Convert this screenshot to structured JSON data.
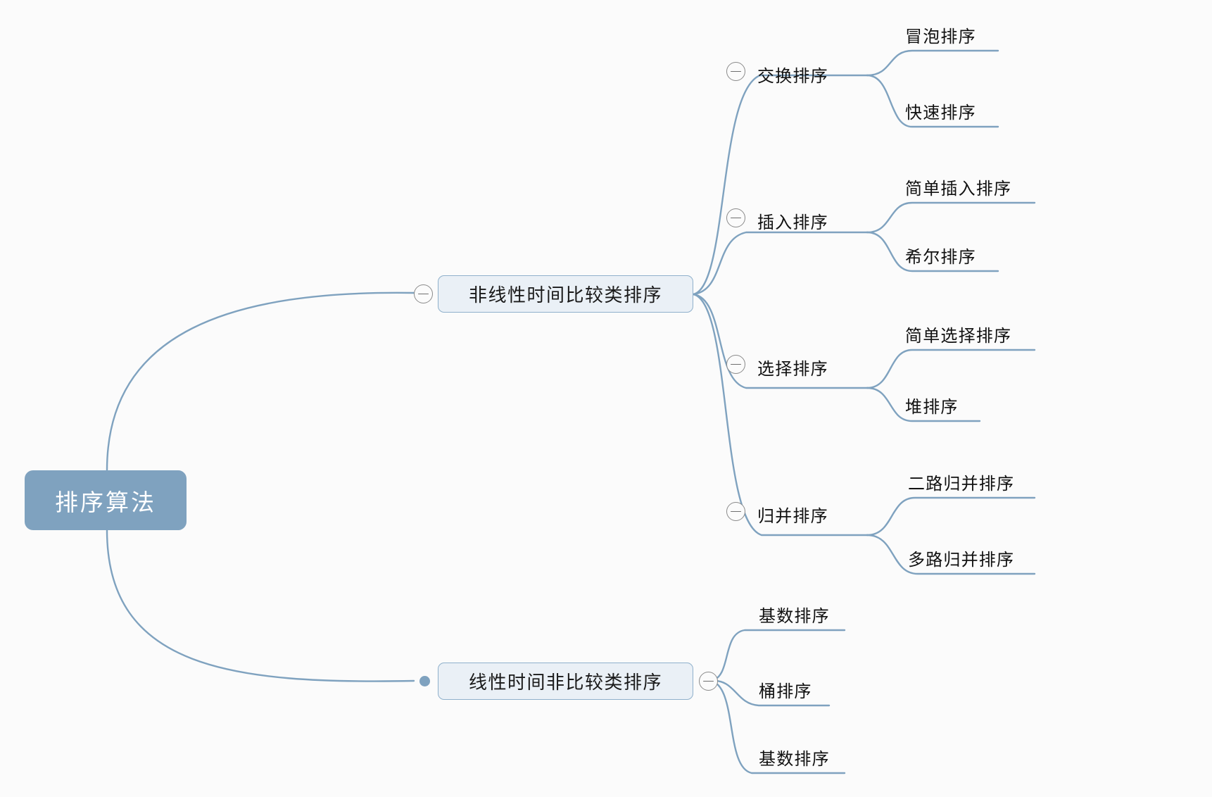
{
  "diagram": {
    "title": "排序算法",
    "type": "mindmap",
    "background_color": "#fbfbfb",
    "root_fill_color": "#7fa2bf",
    "root_text_color": "#ffffff",
    "node_fill_color": "#eaf0f6",
    "node_border_color": "#8fb0cb",
    "connector_color": "#7fa2bf",
    "toggle_icon": "collapse-minus-icon"
  },
  "root": {
    "label": "排序算法"
  },
  "branches": [
    {
      "label": "非线性时间比较类排序",
      "toggle": "collapse-minus-icon",
      "children": [
        {
          "label": "交换排序",
          "toggle": "collapse-minus-icon",
          "leaves": [
            {
              "label": "冒泡排序"
            },
            {
              "label": "快速排序"
            }
          ]
        },
        {
          "label": "插入排序",
          "toggle": "collapse-minus-icon",
          "leaves": [
            {
              "label": "简单插入排序"
            },
            {
              "label": "希尔排序"
            }
          ]
        },
        {
          "label": "选择排序",
          "toggle": "collapse-minus-icon",
          "leaves": [
            {
              "label": "简单选择排序"
            },
            {
              "label": "堆排序"
            }
          ]
        },
        {
          "label": "归并排序",
          "toggle": "collapse-minus-icon",
          "leaves": [
            {
              "label": "二路归并排序"
            },
            {
              "label": "多路归并排序"
            }
          ]
        }
      ]
    },
    {
      "label": "线性时间非比较类排序",
      "toggle": "collapse-minus-icon",
      "children": [
        {
          "label": "基数排序",
          "leaves": []
        },
        {
          "label": "桶排序",
          "leaves": []
        },
        {
          "label": "基数排序",
          "leaves": []
        }
      ]
    }
  ]
}
